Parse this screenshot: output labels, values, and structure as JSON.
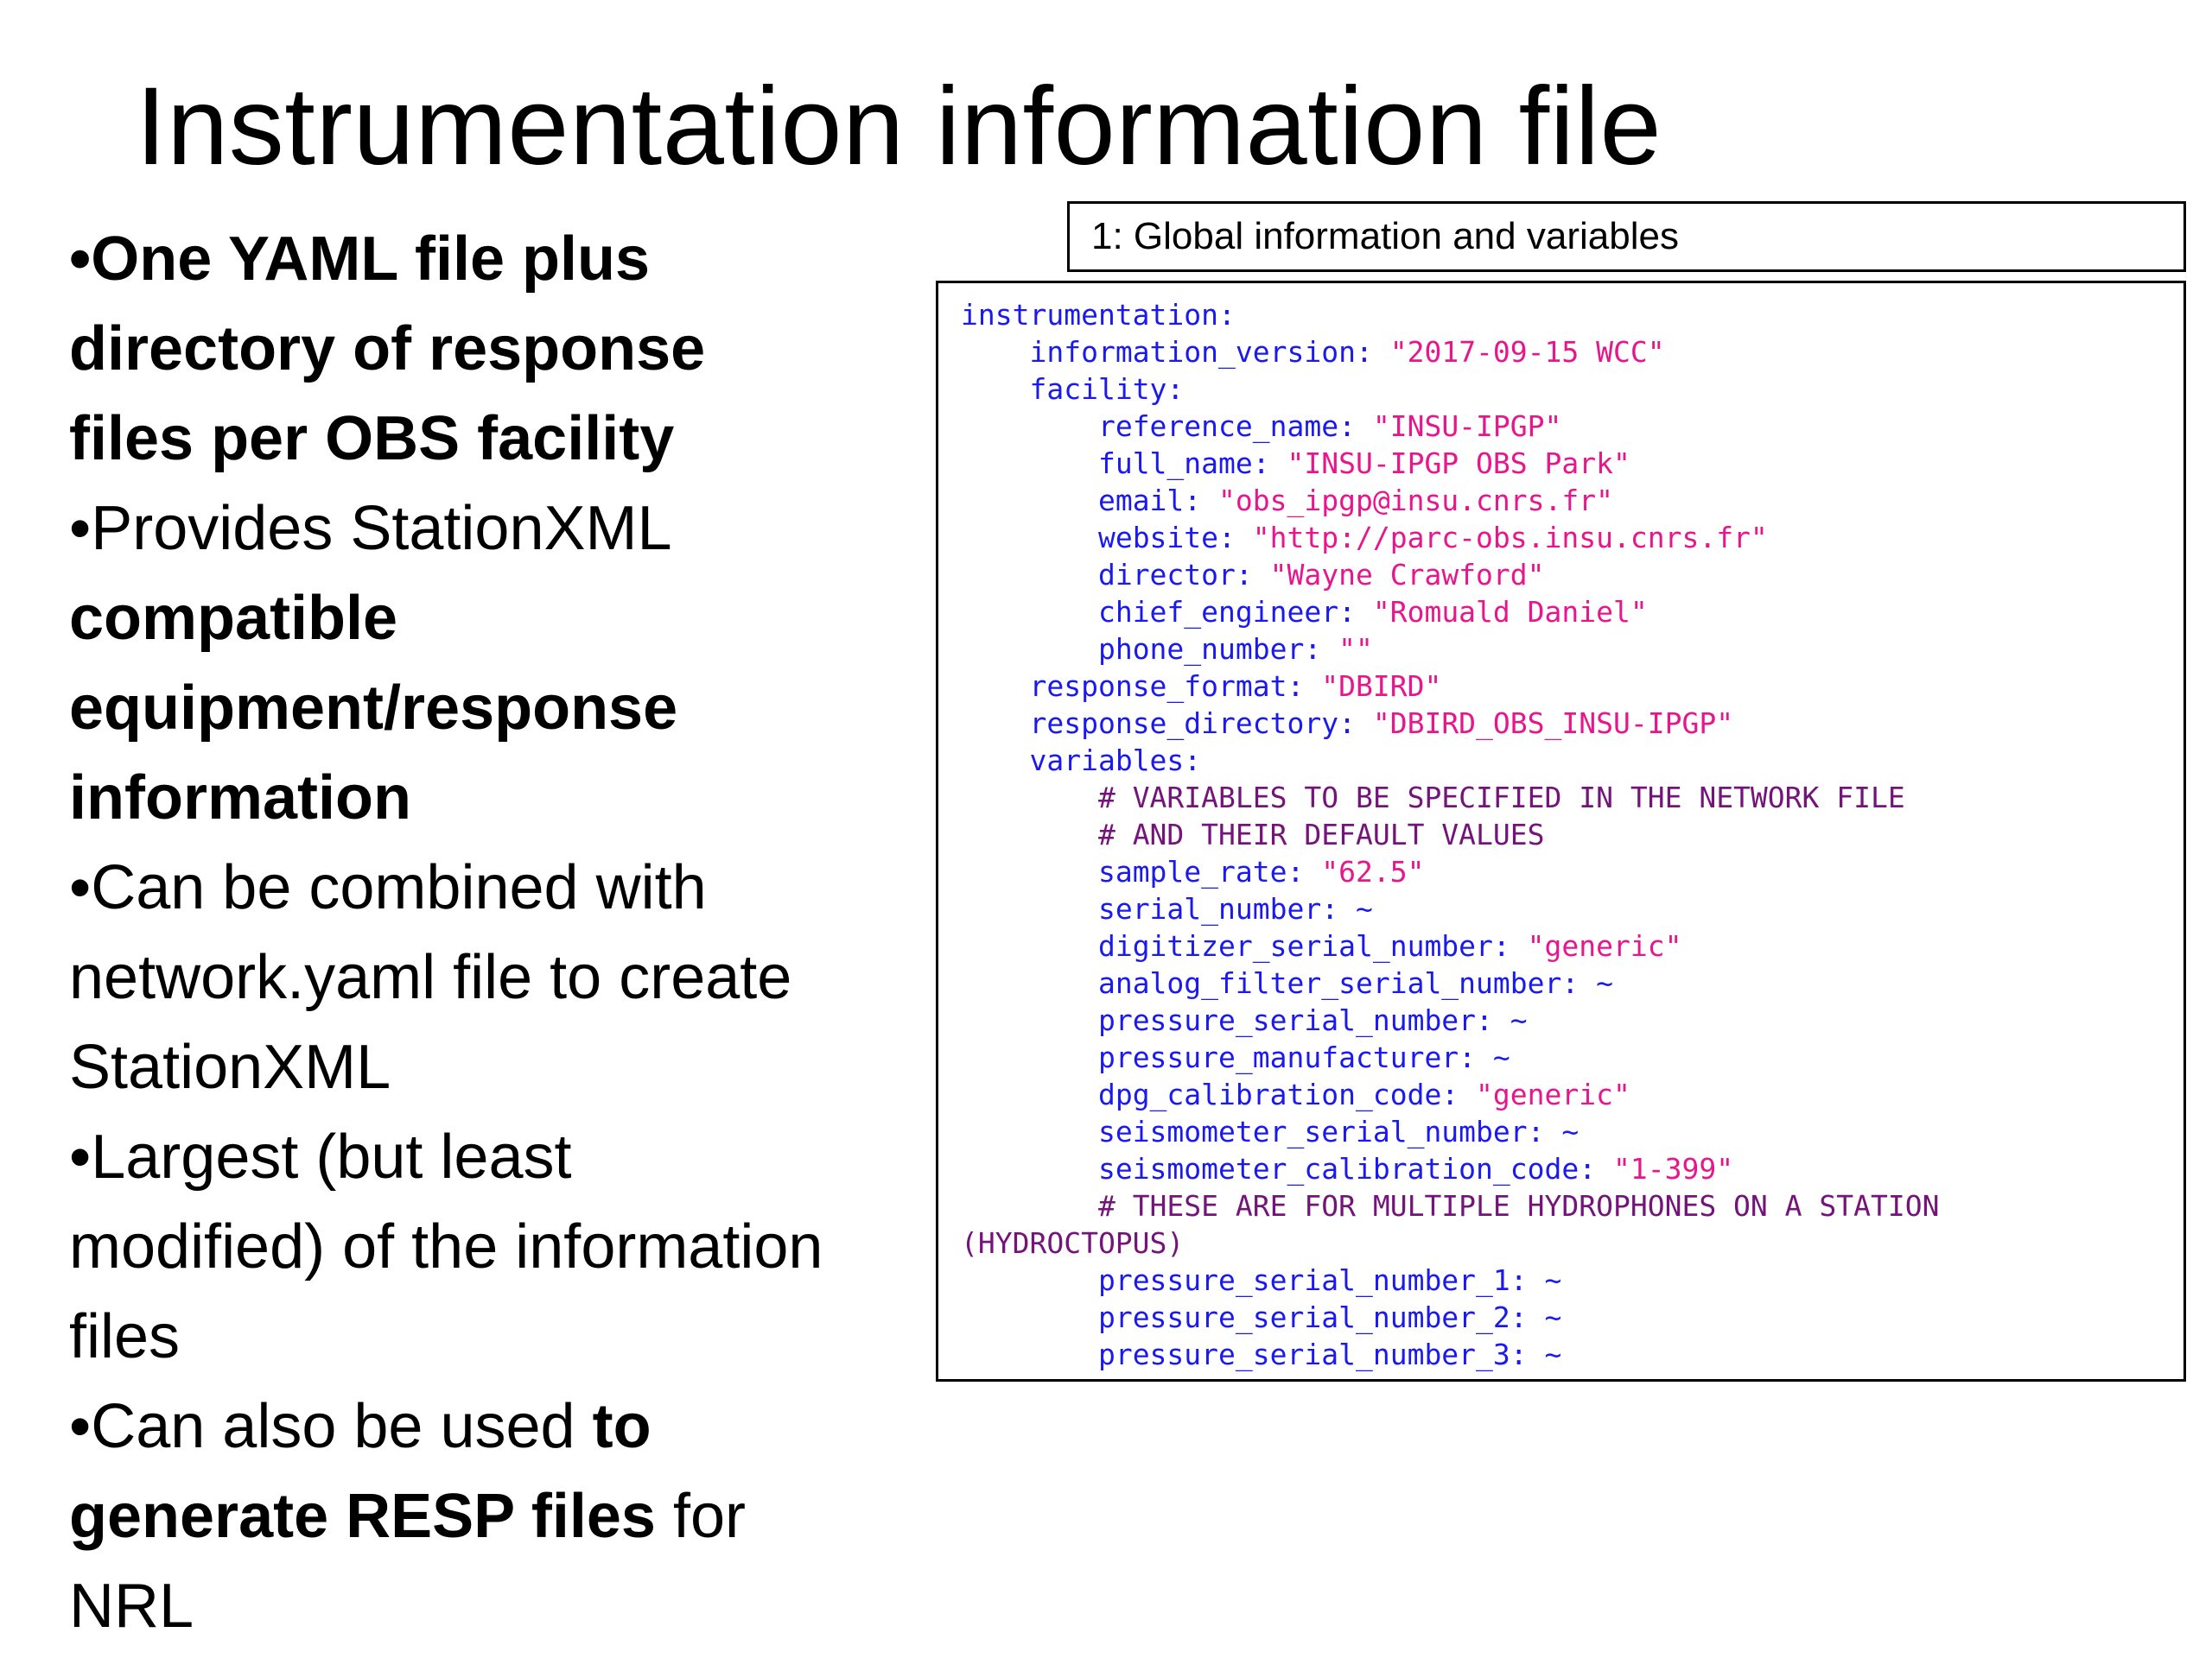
{
  "title": "Instrumentation information file",
  "bullets": [
    [
      {
        "text": "•One YAML file plus directory of response files per OBS facility",
        "bold": true
      }
    ],
    [
      {
        "text": "•Provides StationXML ",
        "bold": false
      },
      {
        "text": "compatible equipment/response information",
        "bold": true
      }
    ],
    [
      {
        "text": "•Can be combined with network.yaml file to create StationXML",
        "bold": false
      }
    ],
    [
      {
        "text": "•Largest (but least modified) of the information files",
        "bold": false
      }
    ],
    [
      {
        "text": "•Can also be used ",
        "bold": false
      },
      {
        "text": "to generate RESP files",
        "bold": true
      },
      {
        "text": " for NRL",
        "bold": false
      }
    ]
  ],
  "caption": "1: Global information and variables",
  "code_lines": [
    {
      "indent": 0,
      "key": "instrumentation:"
    },
    {
      "indent": 4,
      "key": "information_version: ",
      "value": "\"2017-09-15 WCC\""
    },
    {
      "indent": 4,
      "key": "facility:"
    },
    {
      "indent": 8,
      "key": "reference_name: ",
      "value": "\"INSU-IPGP\""
    },
    {
      "indent": 8,
      "key": "full_name: ",
      "value": "\"INSU-IPGP OBS Park\""
    },
    {
      "indent": 8,
      "key": "email: ",
      "value": "\"obs_ipgp@insu.cnrs.fr\""
    },
    {
      "indent": 8,
      "key": "website: ",
      "value": "\"http://parc-obs.insu.cnrs.fr\""
    },
    {
      "indent": 8,
      "key": "director: ",
      "value": "\"Wayne Crawford\""
    },
    {
      "indent": 8,
      "key": "chief_engineer: ",
      "value": "\"Romuald Daniel\""
    },
    {
      "indent": 8,
      "key": "phone_number: ",
      "value": "\"\""
    },
    {
      "indent": 4,
      "key": "response_format: ",
      "value": "\"DBIRD\""
    },
    {
      "indent": 4,
      "key": "response_directory: ",
      "value": "\"DBIRD_OBS_INSU-IPGP\""
    },
    {
      "indent": 4,
      "key": "variables:"
    },
    {
      "indent": 8,
      "comment": "# VARIABLES TO BE SPECIFIED IN THE NETWORK FILE"
    },
    {
      "indent": 8,
      "comment": "# AND THEIR DEFAULT VALUES"
    },
    {
      "indent": 8,
      "key": "sample_rate: ",
      "value": "\"62.5\""
    },
    {
      "indent": 8,
      "key": "serial_number: ",
      "plain": "~"
    },
    {
      "indent": 8,
      "key": "digitizer_serial_number: ",
      "value": "\"generic\""
    },
    {
      "indent": 8,
      "key": "analog_filter_serial_number: ",
      "plain": "~"
    },
    {
      "indent": 8,
      "key": "pressure_serial_number: ",
      "plain": "~"
    },
    {
      "indent": 8,
      "key": "pressure_manufacturer: ",
      "plain": "~"
    },
    {
      "indent": 8,
      "key": "dpg_calibration_code: ",
      "value": "\"generic\""
    },
    {
      "indent": 8,
      "key": "seismometer_serial_number: ",
      "plain": "~"
    },
    {
      "indent": 8,
      "key": "seismometer_calibration_code: ",
      "value": "\"1-399\""
    },
    {
      "indent": 8,
      "comment": "# THESE ARE FOR MULTIPLE HYDROPHONES ON A STATION"
    },
    {
      "indent": 0,
      "comment": "(HYDROCTOPUS)"
    },
    {
      "indent": 8,
      "key": "pressure_serial_number_1: ",
      "plain": "~"
    },
    {
      "indent": 8,
      "key": "pressure_serial_number_2: ",
      "plain": "~"
    },
    {
      "indent": 8,
      "key": "pressure_serial_number_3: ",
      "plain": "~"
    }
  ]
}
